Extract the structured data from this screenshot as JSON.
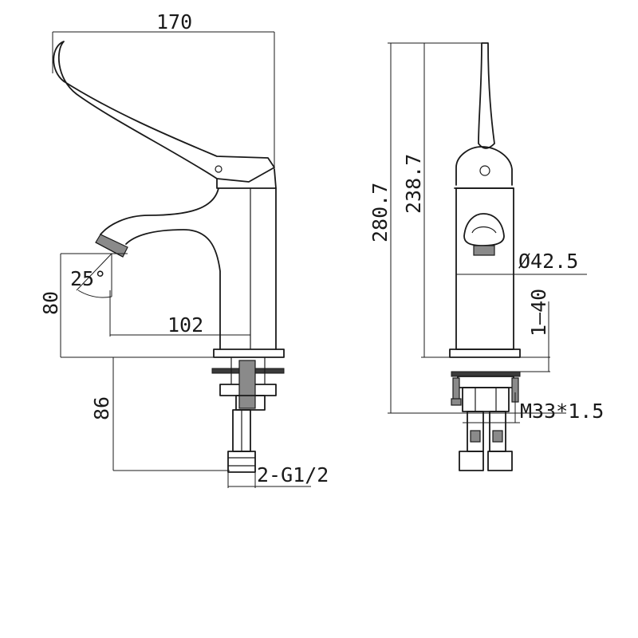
{
  "diagram": {
    "dimensions": {
      "total_length": "170",
      "spout_reach": "102",
      "spout_height": "80",
      "tail_length": "86",
      "spout_angle": "25°",
      "total_height": "280.7",
      "body_height": "238.7",
      "body_diameter": "Ø42.5",
      "mounting_range": "1–40",
      "mounting_thread": "M33*1.5",
      "inlet_thread": "2-G1/2"
    }
  }
}
